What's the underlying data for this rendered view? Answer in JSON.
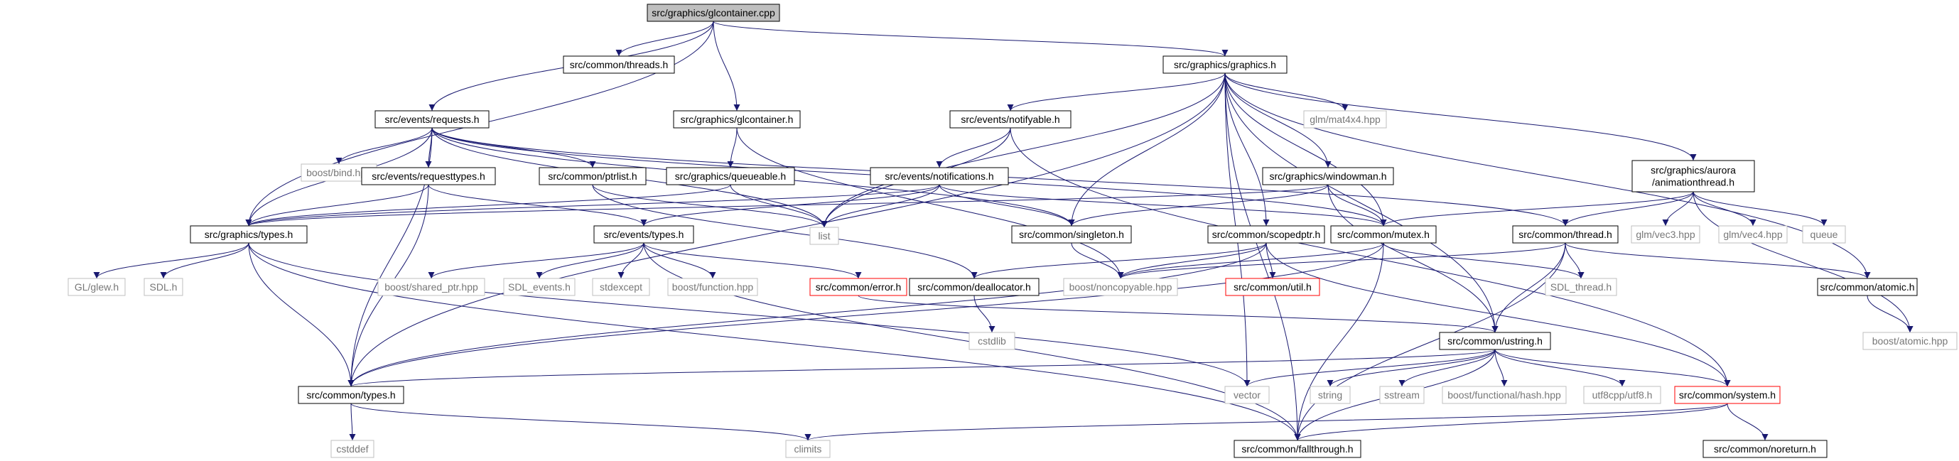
{
  "graph": {
    "root": "n0",
    "colors": {
      "edge": "#191970",
      "node_black_border": "#000000",
      "node_gray_border": "#bfbfbf",
      "node_red_border": "#ff0000",
      "root_fill": "#bfbfbf",
      "node_fill": "#ffffff",
      "text_default": "#000000",
      "text_missing": "#777777"
    },
    "nodes": [
      {
        "id": "n0",
        "label": "src/graphics/glcontainer.cpp",
        "style": "root"
      },
      {
        "id": "n1",
        "label": "src/common/threads.h",
        "style": "black"
      },
      {
        "id": "n2",
        "label": "src/graphics/graphics.h",
        "style": "black"
      },
      {
        "id": "n3",
        "label": "src/events/requests.h",
        "style": "black"
      },
      {
        "id": "n4",
        "label": "src/graphics/glcontainer.h",
        "style": "black"
      },
      {
        "id": "n5",
        "label": "src/events/notifyable.h",
        "style": "black"
      },
      {
        "id": "n6",
        "label": "glm/mat4x4.hpp",
        "style": "gray"
      },
      {
        "id": "n7",
        "label": "boost/bind.hpp",
        "style": "gray"
      },
      {
        "id": "n8",
        "label": "src/events/requesttypes.h",
        "style": "black"
      },
      {
        "id": "n9",
        "label": "src/common/ptrlist.h",
        "style": "black"
      },
      {
        "id": "n10",
        "label": "src/graphics/queueable.h",
        "style": "black"
      },
      {
        "id": "n11",
        "label": "src/events/notifications.h",
        "style": "black"
      },
      {
        "id": "n12",
        "label": "src/graphics/windowman.h",
        "style": "black"
      },
      {
        "id": "n13",
        "label": "src/graphics/aurora\n/animationthread.h",
        "style": "black"
      },
      {
        "id": "n14",
        "label": "src/graphics/types.h",
        "style": "black"
      },
      {
        "id": "n15",
        "label": "src/events/types.h",
        "style": "black"
      },
      {
        "id": "n16",
        "label": "list",
        "style": "gray"
      },
      {
        "id": "n17",
        "label": "src/common/singleton.h",
        "style": "black"
      },
      {
        "id": "n18",
        "label": "src/common/scopedptr.h",
        "style": "black"
      },
      {
        "id": "n19",
        "label": "src/common/mutex.h",
        "style": "black"
      },
      {
        "id": "n20",
        "label": "src/common/thread.h",
        "style": "black"
      },
      {
        "id": "n21",
        "label": "glm/vec3.hpp",
        "style": "gray"
      },
      {
        "id": "n22",
        "label": "glm/vec4.hpp",
        "style": "gray"
      },
      {
        "id": "n23",
        "label": "queue",
        "style": "gray"
      },
      {
        "id": "n24",
        "label": "GL/glew.h",
        "style": "gray"
      },
      {
        "id": "n25",
        "label": "SDL.h",
        "style": "gray"
      },
      {
        "id": "n26",
        "label": "boost/shared_ptr.hpp",
        "style": "gray"
      },
      {
        "id": "n27",
        "label": "SDL_events.h",
        "style": "gray"
      },
      {
        "id": "n28",
        "label": "stdexcept",
        "style": "gray"
      },
      {
        "id": "n29",
        "label": "boost/function.hpp",
        "style": "gray"
      },
      {
        "id": "n30",
        "label": "src/common/error.h",
        "style": "red"
      },
      {
        "id": "n31",
        "label": "src/common/deallocator.h",
        "style": "black"
      },
      {
        "id": "n32",
        "label": "boost/noncopyable.hpp",
        "style": "gray"
      },
      {
        "id": "n33",
        "label": "src/common/util.h",
        "style": "red"
      },
      {
        "id": "n34",
        "label": "SDL_thread.h",
        "style": "gray"
      },
      {
        "id": "n35",
        "label": "src/common/atomic.h",
        "style": "black"
      },
      {
        "id": "n36",
        "label": "cstdlib",
        "style": "gray"
      },
      {
        "id": "n37",
        "label": "boost/atomic.hpp",
        "style": "gray"
      },
      {
        "id": "n38",
        "label": "src/common/ustring.h",
        "style": "black"
      },
      {
        "id": "n39",
        "label": "src/common/types.h",
        "style": "black"
      },
      {
        "id": "n40",
        "label": "vector",
        "style": "gray"
      },
      {
        "id": "n41",
        "label": "string",
        "style": "gray"
      },
      {
        "id": "n42",
        "label": "sstream",
        "style": "gray"
      },
      {
        "id": "n43",
        "label": "boost/functional/hash.hpp",
        "style": "gray"
      },
      {
        "id": "n44",
        "label": "utf8cpp/utf8.h",
        "style": "gray"
      },
      {
        "id": "n45",
        "label": "src/common/system.h",
        "style": "red"
      },
      {
        "id": "n46",
        "label": "cstddef",
        "style": "gray"
      },
      {
        "id": "n47",
        "label": "climits",
        "style": "gray"
      },
      {
        "id": "n48",
        "label": "src/common/fallthrough.h",
        "style": "black"
      },
      {
        "id": "n49",
        "label": "src/common/noreturn.h",
        "style": "black"
      }
    ],
    "edges": [
      [
        "n0",
        "n1"
      ],
      [
        "n0",
        "n2"
      ],
      [
        "n0",
        "n3"
      ],
      [
        "n0",
        "n4"
      ],
      [
        "n0",
        "n14"
      ],
      [
        "n2",
        "n5"
      ],
      [
        "n2",
        "n6"
      ],
      [
        "n2",
        "n12"
      ],
      [
        "n2",
        "n13"
      ],
      [
        "n2",
        "n16"
      ],
      [
        "n2",
        "n17"
      ],
      [
        "n2",
        "n18"
      ],
      [
        "n2",
        "n19"
      ],
      [
        "n2",
        "n35"
      ],
      [
        "n2",
        "n38"
      ],
      [
        "n2",
        "n39"
      ],
      [
        "n2",
        "n40"
      ],
      [
        "n2",
        "n48"
      ],
      [
        "n3",
        "n7"
      ],
      [
        "n3",
        "n8"
      ],
      [
        "n3",
        "n9"
      ],
      [
        "n3",
        "n14"
      ],
      [
        "n3",
        "n16"
      ],
      [
        "n3",
        "n17"
      ],
      [
        "n3",
        "n19"
      ],
      [
        "n3",
        "n20"
      ],
      [
        "n3",
        "n39"
      ],
      [
        "n4",
        "n10"
      ],
      [
        "n4",
        "n32"
      ],
      [
        "n5",
        "n11"
      ],
      [
        "n5",
        "n16"
      ],
      [
        "n5",
        "n45"
      ],
      [
        "n8",
        "n14"
      ],
      [
        "n8",
        "n15"
      ],
      [
        "n8",
        "n39"
      ],
      [
        "n9",
        "n16"
      ],
      [
        "n9",
        "n31"
      ],
      [
        "n10",
        "n14"
      ],
      [
        "n10",
        "n16"
      ],
      [
        "n11",
        "n14"
      ],
      [
        "n11",
        "n15"
      ],
      [
        "n11",
        "n16"
      ],
      [
        "n11",
        "n17"
      ],
      [
        "n11",
        "n19"
      ],
      [
        "n12",
        "n14"
      ],
      [
        "n12",
        "n17"
      ],
      [
        "n12",
        "n19"
      ],
      [
        "n12",
        "n38"
      ],
      [
        "n13",
        "n19"
      ],
      [
        "n13",
        "n20"
      ],
      [
        "n13",
        "n21"
      ],
      [
        "n13",
        "n22"
      ],
      [
        "n13",
        "n23"
      ],
      [
        "n13",
        "n37"
      ],
      [
        "n14",
        "n24"
      ],
      [
        "n14",
        "n25"
      ],
      [
        "n14",
        "n39"
      ],
      [
        "n14",
        "n40"
      ],
      [
        "n14",
        "n48"
      ],
      [
        "n15",
        "n26"
      ],
      [
        "n15",
        "n27"
      ],
      [
        "n15",
        "n28"
      ],
      [
        "n15",
        "n29"
      ],
      [
        "n15",
        "n30"
      ],
      [
        "n15",
        "n48"
      ],
      [
        "n17",
        "n32"
      ],
      [
        "n18",
        "n31"
      ],
      [
        "n18",
        "n32"
      ],
      [
        "n18",
        "n33"
      ],
      [
        "n18",
        "n39"
      ],
      [
        "n18",
        "n45"
      ],
      [
        "n19",
        "n32"
      ],
      [
        "n19",
        "n34"
      ],
      [
        "n19",
        "n39"
      ],
      [
        "n19",
        "n48"
      ],
      [
        "n20",
        "n32"
      ],
      [
        "n20",
        "n34"
      ],
      [
        "n20",
        "n35"
      ],
      [
        "n20",
        "n38"
      ],
      [
        "n20",
        "n48"
      ],
      [
        "n30",
        "n38"
      ],
      [
        "n31",
        "n36"
      ],
      [
        "n35",
        "n37"
      ],
      [
        "n38",
        "n39"
      ],
      [
        "n38",
        "n40"
      ],
      [
        "n38",
        "n41"
      ],
      [
        "n38",
        "n42"
      ],
      [
        "n38",
        "n43"
      ],
      [
        "n38",
        "n44"
      ],
      [
        "n38",
        "n45"
      ],
      [
        "n38",
        "n48"
      ],
      [
        "n39",
        "n46"
      ],
      [
        "n39",
        "n47"
      ],
      [
        "n45",
        "n47"
      ],
      [
        "n45",
        "n48"
      ],
      [
        "n45",
        "n49"
      ]
    ]
  }
}
